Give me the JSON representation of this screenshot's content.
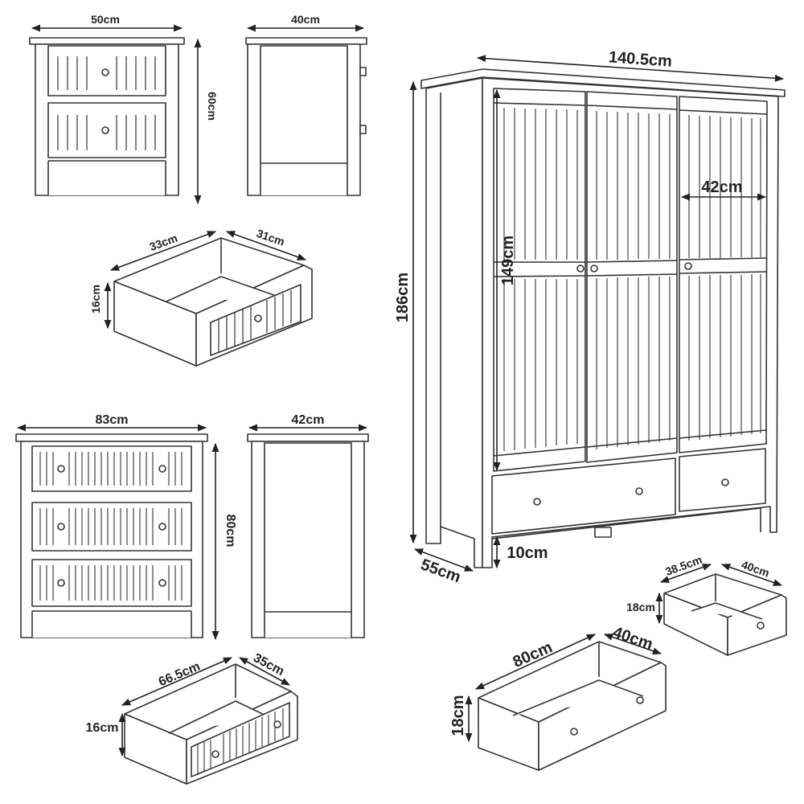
{
  "nightstand": {
    "width": "50cm",
    "depth": "40cm",
    "height": "60cm",
    "drawer_width": "33cm",
    "drawer_depth": "31cm",
    "drawer_height": "16cm"
  },
  "chest": {
    "width": "83cm",
    "depth": "42cm",
    "height": "80cm",
    "drawer_width": "66.5cm",
    "drawer_depth": "35cm",
    "drawer_height": "16cm"
  },
  "wardrobe": {
    "width": "140.5cm",
    "height": "186cm",
    "depth": "55cm",
    "door_width": "42cm",
    "door_height": "149cm",
    "leg_height": "10cm",
    "small_drawer_width": "38.5cm",
    "small_drawer_depth": "40cm",
    "small_drawer_height": "18cm",
    "large_drawer_width": "80cm",
    "large_drawer_depth": "40cm",
    "large_drawer_height": "18cm"
  }
}
